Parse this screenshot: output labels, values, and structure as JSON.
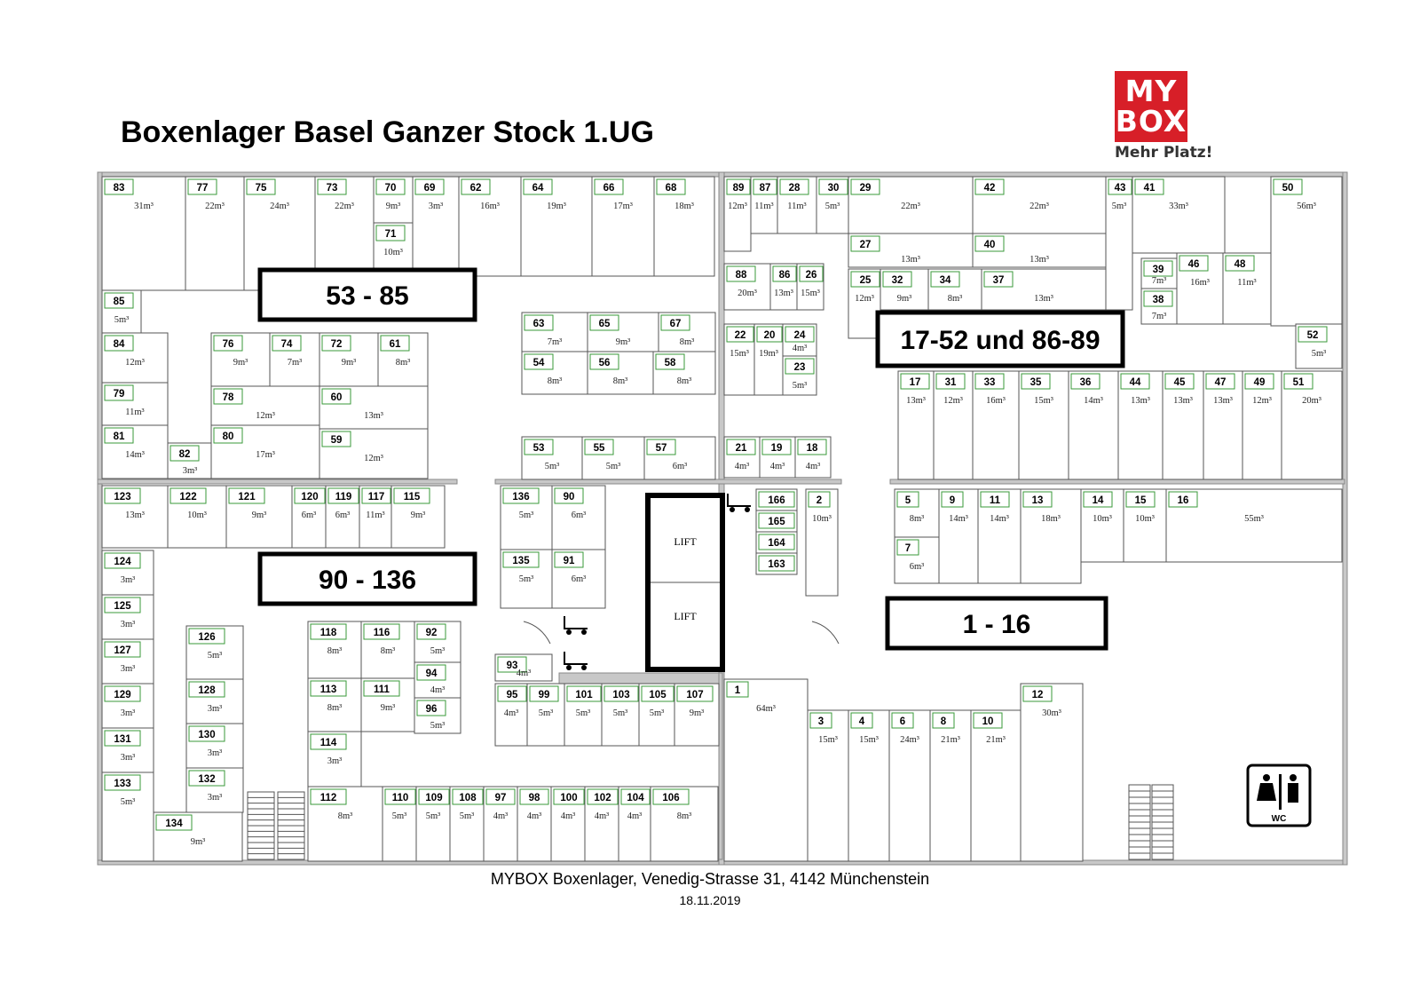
{
  "title": "Boxenlager Basel Ganzer Stock 1.UG",
  "logo": {
    "line1": "MY",
    "line2": "BOX",
    "tagline": "Mehr Platz!",
    "color": "#d71f28"
  },
  "footer": "MYBOX Boxenlager, Venedig-Strasse 31, 4142 Münchenstein",
  "date": "18.11.2019",
  "zones": [
    "53 - 85",
    "90 - 136",
    "17-52 und 86-89",
    "1 - 16"
  ],
  "lift_label": "LIFT",
  "wc_label": "WC",
  "boxes": [
    {
      "n": "83",
      "s": "31m³"
    },
    {
      "n": "77",
      "s": "22m³"
    },
    {
      "n": "75",
      "s": "24m³"
    },
    {
      "n": "73",
      "s": "22m³"
    },
    {
      "n": "70",
      "s": "9m³"
    },
    {
      "n": "69",
      "s": "3m³"
    },
    {
      "n": "71",
      "s": "10m³"
    },
    {
      "n": "62",
      "s": "16m³"
    },
    {
      "n": "64",
      "s": "19m³"
    },
    {
      "n": "66",
      "s": "17m³"
    },
    {
      "n": "68",
      "s": "18m³"
    },
    {
      "n": "85",
      "s": "5m³"
    },
    {
      "n": "84",
      "s": "12m³"
    },
    {
      "n": "76",
      "s": "9m³"
    },
    {
      "n": "74",
      "s": "7m³"
    },
    {
      "n": "72",
      "s": "9m³"
    },
    {
      "n": "61",
      "s": "8m³"
    },
    {
      "n": "79",
      "s": "11m³"
    },
    {
      "n": "78",
      "s": "12m³"
    },
    {
      "n": "60",
      "s": "13m³"
    },
    {
      "n": "81",
      "s": "14m³"
    },
    {
      "n": "82",
      "s": "3m³"
    },
    {
      "n": "80",
      "s": "17m³"
    },
    {
      "n": "59",
      "s": "12m³"
    },
    {
      "n": "63",
      "s": "7m³"
    },
    {
      "n": "65",
      "s": "9m³"
    },
    {
      "n": "67",
      "s": "8m³"
    },
    {
      "n": "54",
      "s": "8m³"
    },
    {
      "n": "56",
      "s": "8m³"
    },
    {
      "n": "58",
      "s": "8m³"
    },
    {
      "n": "53",
      "s": "5m³"
    },
    {
      "n": "55",
      "s": "5m³"
    },
    {
      "n": "57",
      "s": "6m³"
    },
    {
      "n": "89",
      "s": "12m³"
    },
    {
      "n": "87",
      "s": "11m³"
    },
    {
      "n": "28",
      "s": "11m³"
    },
    {
      "n": "30",
      "s": "5m³"
    },
    {
      "n": "29",
      "s": "22m³"
    },
    {
      "n": "42",
      "s": "22m³"
    },
    {
      "n": "43",
      "s": "5m³"
    },
    {
      "n": "41",
      "s": "33m³"
    },
    {
      "n": "50",
      "s": "56m³"
    },
    {
      "n": "27",
      "s": "13m³"
    },
    {
      "n": "40",
      "s": "13m³"
    },
    {
      "n": "88",
      "s": "20m³"
    },
    {
      "n": "86",
      "s": "13m³"
    },
    {
      "n": "26",
      "s": "15m³"
    },
    {
      "n": "25",
      "s": "12m³"
    },
    {
      "n": "32",
      "s": "9m³"
    },
    {
      "n": "34",
      "s": "8m³"
    },
    {
      "n": "37",
      "s": "13m³"
    },
    {
      "n": "39",
      "s": "7m³"
    },
    {
      "n": "38",
      "s": "7m³"
    },
    {
      "n": "46",
      "s": "16m³"
    },
    {
      "n": "48",
      "s": "11m³"
    },
    {
      "n": "22",
      "s": "15m³"
    },
    {
      "n": "20",
      "s": "19m³"
    },
    {
      "n": "24",
      "s": "4m³"
    },
    {
      "n": "23",
      "s": "5m³"
    },
    {
      "n": "52",
      "s": "5m³"
    },
    {
      "n": "17",
      "s": "13m³"
    },
    {
      "n": "31",
      "s": "12m³"
    },
    {
      "n": "33",
      "s": "16m³"
    },
    {
      "n": "35",
      "s": "15m³"
    },
    {
      "n": "36",
      "s": "14m³"
    },
    {
      "n": "44",
      "s": "13m³"
    },
    {
      "n": "45",
      "s": "13m³"
    },
    {
      "n": "47",
      "s": "13m³"
    },
    {
      "n": "49",
      "s": "12m³"
    },
    {
      "n": "51",
      "s": "20m³"
    },
    {
      "n": "21",
      "s": "4m³"
    },
    {
      "n": "19",
      "s": "4m³"
    },
    {
      "n": "18",
      "s": "4m³"
    },
    {
      "n": "123",
      "s": "13m³"
    },
    {
      "n": "122",
      "s": "10m³"
    },
    {
      "n": "121",
      "s": "9m³"
    },
    {
      "n": "120",
      "s": "6m³"
    },
    {
      "n": "119",
      "s": "6m³"
    },
    {
      "n": "117",
      "s": "11m³"
    },
    {
      "n": "115",
      "s": "9m³"
    },
    {
      "n": "124",
      "s": "3m³"
    },
    {
      "n": "125",
      "s": "3m³"
    },
    {
      "n": "126",
      "s": "5m³"
    },
    {
      "n": "127",
      "s": "3m³"
    },
    {
      "n": "128",
      "s": "3m³"
    },
    {
      "n": "129",
      "s": "3m³"
    },
    {
      "n": "131",
      "s": "3m³"
    },
    {
      "n": "130",
      "s": "3m³"
    },
    {
      "n": "133",
      "s": "5m³"
    },
    {
      "n": "132",
      "s": "3m³"
    },
    {
      "n": "134",
      "s": "9m³"
    },
    {
      "n": "118",
      "s": "8m³"
    },
    {
      "n": "116",
      "s": "8m³"
    },
    {
      "n": "92",
      "s": "5m³"
    },
    {
      "n": "94",
      "s": "4m³"
    },
    {
      "n": "113",
      "s": "8m³"
    },
    {
      "n": "111",
      "s": "9m³"
    },
    {
      "n": "96",
      "s": "5m³"
    },
    {
      "n": "114",
      "s": "3m³"
    },
    {
      "n": "112",
      "s": "8m³"
    },
    {
      "n": "110",
      "s": "5m³"
    },
    {
      "n": "109",
      "s": "5m³"
    },
    {
      "n": "108",
      "s": "5m³"
    },
    {
      "n": "97",
      "s": "4m³"
    },
    {
      "n": "98",
      "s": "4m³"
    },
    {
      "n": "100",
      "s": "4m³"
    },
    {
      "n": "102",
      "s": "4m³"
    },
    {
      "n": "104",
      "s": "4m³"
    },
    {
      "n": "106",
      "s": "8m³"
    },
    {
      "n": "136",
      "s": "5m³"
    },
    {
      "n": "90",
      "s": "6m³"
    },
    {
      "n": "135",
      "s": "5m³"
    },
    {
      "n": "91",
      "s": "6m³"
    },
    {
      "n": "93",
      "s": "4m³"
    },
    {
      "n": "95",
      "s": "4m³"
    },
    {
      "n": "99",
      "s": "5m³"
    },
    {
      "n": "101",
      "s": "5m³"
    },
    {
      "n": "103",
      "s": "5m³"
    },
    {
      "n": "105",
      "s": "5m³"
    },
    {
      "n": "107",
      "s": "9m³"
    },
    {
      "n": "166",
      "s": ""
    },
    {
      "n": "165",
      "s": ""
    },
    {
      "n": "164",
      "s": ""
    },
    {
      "n": "163",
      "s": ""
    },
    {
      "n": "2",
      "s": "10m³"
    },
    {
      "n": "5",
      "s": "8m³"
    },
    {
      "n": "9",
      "s": "14m³"
    },
    {
      "n": "11",
      "s": "14m³"
    },
    {
      "n": "13",
      "s": "18m³"
    },
    {
      "n": "14",
      "s": "10m³"
    },
    {
      "n": "15",
      "s": "10m³"
    },
    {
      "n": "16",
      "s": "55m³"
    },
    {
      "n": "7",
      "s": "6m³"
    },
    {
      "n": "1",
      "s": "64m³"
    },
    {
      "n": "3",
      "s": "15m³"
    },
    {
      "n": "4",
      "s": "15m³"
    },
    {
      "n": "6",
      "s": "24m³"
    },
    {
      "n": "8",
      "s": "21m³"
    },
    {
      "n": "10",
      "s": "21m³"
    },
    {
      "n": "12",
      "s": "30m³"
    }
  ]
}
